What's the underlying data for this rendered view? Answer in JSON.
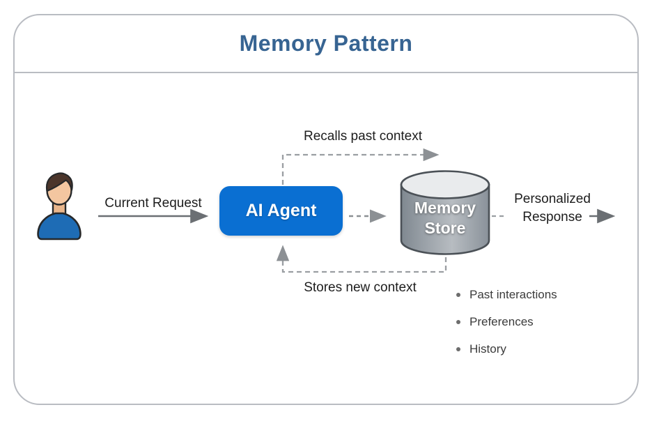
{
  "title": "Memory Pattern",
  "colors": {
    "title_text": "#376492",
    "agent_box": "#0a6fd2",
    "cylinder_top": "#e9ebed",
    "cylinder_outline": "#4b5157",
    "solid_arrow": "#6b6f73",
    "dashed_arrow": "#9a9ea2",
    "frame_border": "#b9bcc2",
    "label_text": "#1d1d1d"
  },
  "icons": {
    "user": "user-avatar-icon",
    "memory": "database-cylinder-icon"
  },
  "nodes": {
    "agent_label": "AI Agent",
    "memory_label": "Memory\nStore"
  },
  "edges": {
    "current_request": "Current Request",
    "recalls": "Recalls past context",
    "stores": "Stores new context",
    "personalized": "Personalized\nResponse"
  },
  "memory_notes": [
    "Past interactions",
    "Preferences",
    "History"
  ]
}
